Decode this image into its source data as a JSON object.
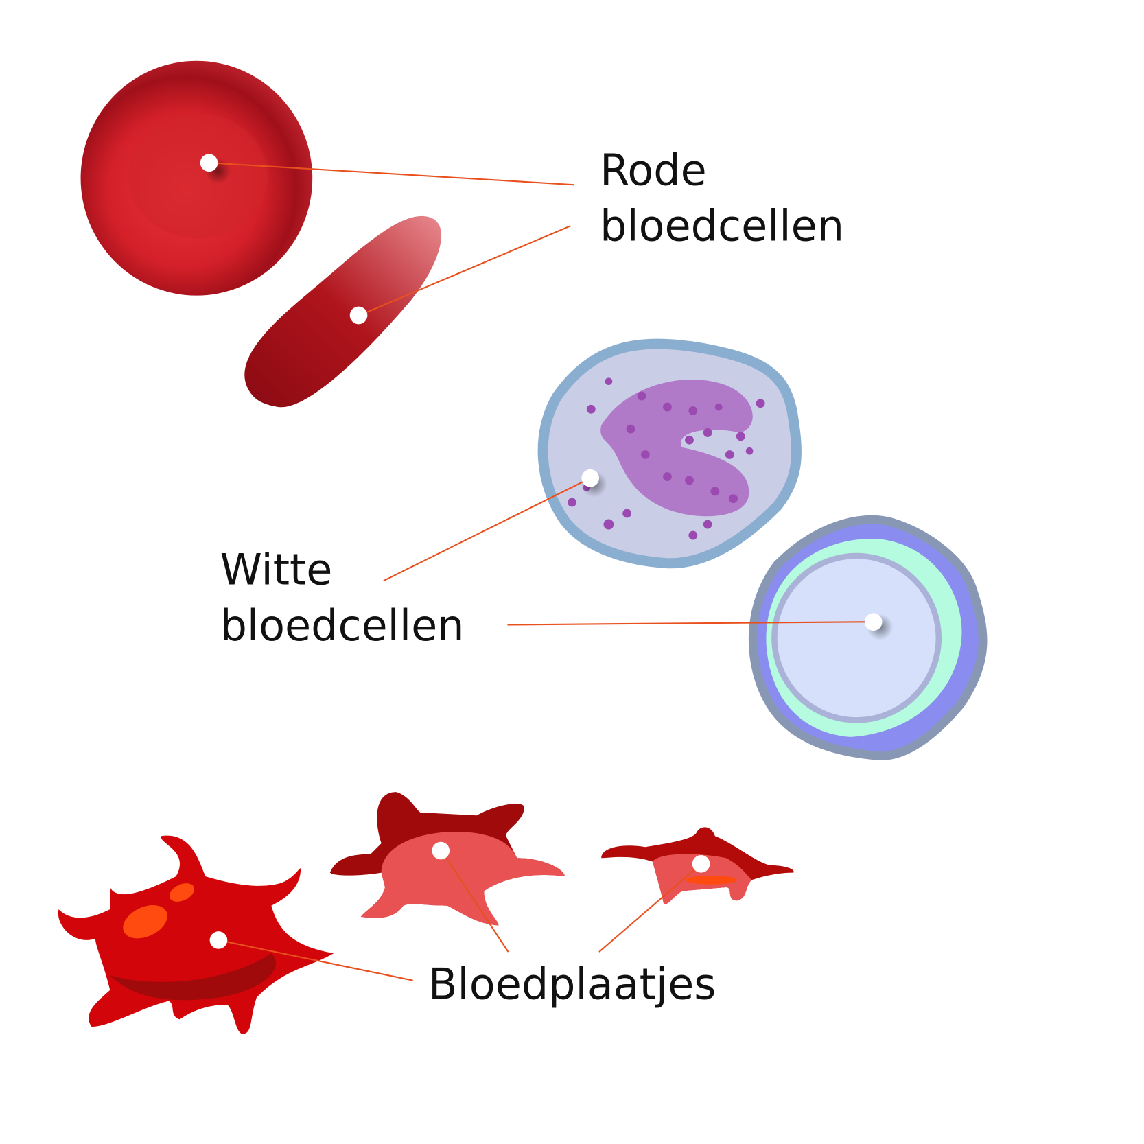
{
  "labels": {
    "red_line1": "Rode",
    "red_line2": "bloedcellen",
    "white_line1": "Witte",
    "white_line2": "bloedcellen",
    "platelets": "Bloedplaatjes"
  },
  "colors": {
    "leader": "#e8501e",
    "red_cell": "#c8141e",
    "white_cell_outline": "#8aaed0",
    "nucleus": "#b07ac8",
    "platelet": "#d2050a",
    "platelet_light": "#e85252"
  }
}
